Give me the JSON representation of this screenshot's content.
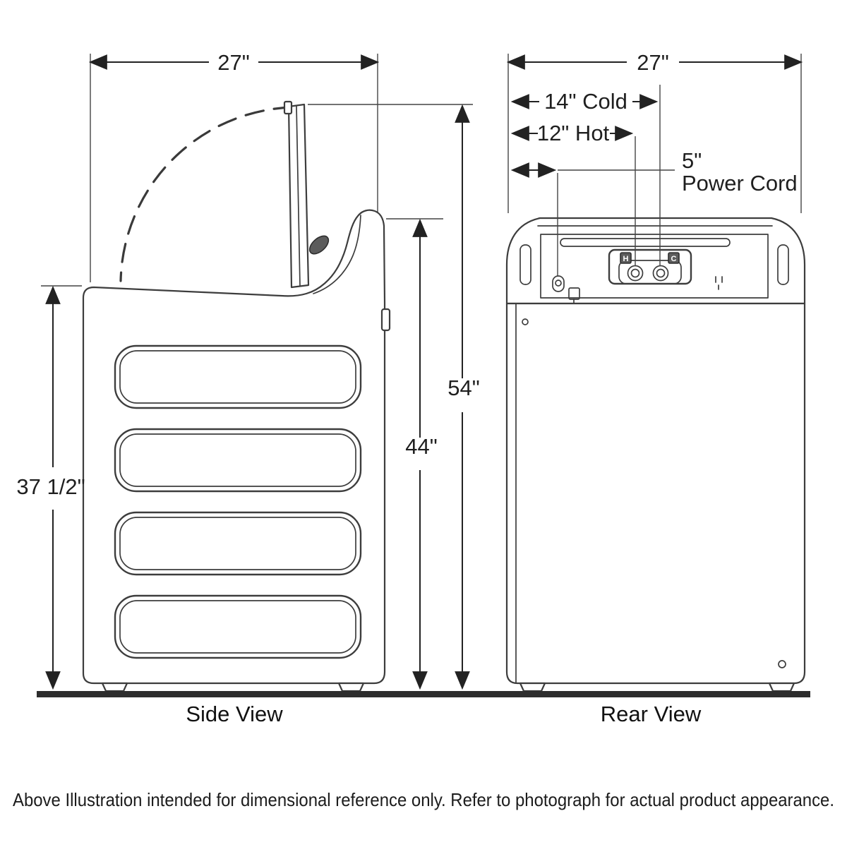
{
  "diagram": {
    "side_view": {
      "label": "Side View",
      "width_dim": "27\"",
      "body_height_dim": "37 1/2\"",
      "closed_height_dim": "44\"",
      "open_height_dim": "54\""
    },
    "rear_view": {
      "label": "Rear View",
      "width_dim": "27\"",
      "cold_dim": "14\" Cold",
      "hot_dim": "12\" Hot",
      "power_dim": "5\"",
      "power_label": "Power Cord",
      "hot_marker": "H",
      "cold_marker": "C"
    },
    "caption": "Above Illustration intended for dimensional reference only. Refer to photograph for actual product appearance."
  }
}
